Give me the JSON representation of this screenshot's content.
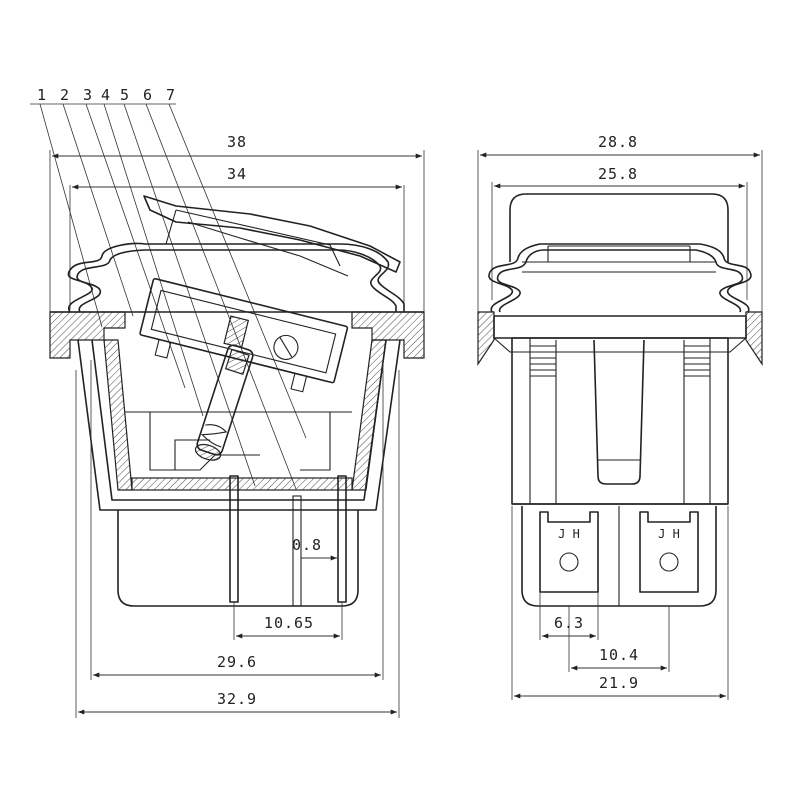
{
  "callouts": [
    "1",
    "2",
    "3",
    "4",
    "5",
    "6",
    "7"
  ],
  "front_view": {
    "dims": {
      "overall_width": "38",
      "inner_width": "34",
      "pin_offset": "0.8",
      "pin_spacing": "10.65",
      "body_width": "29.6",
      "bottom_width": "32.9"
    }
  },
  "side_view": {
    "dims": {
      "overall_width": "28.8",
      "inner_width": "25.8",
      "terminal_width": "6.3",
      "terminal_spacing": "10.4",
      "terminal_span": "21.9"
    },
    "terminal_marks": [
      "J H",
      "J H"
    ]
  }
}
